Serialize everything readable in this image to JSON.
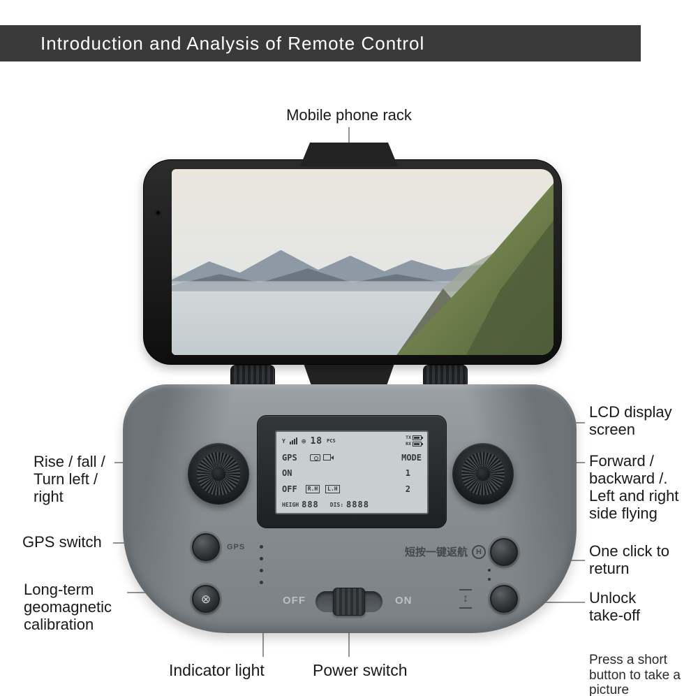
{
  "header": {
    "title": "Introduction and Analysis of Remote Control"
  },
  "colors": {
    "header_bg": "#3a3a3a",
    "controller_gray": "#888e92",
    "lcd_screen": "#c9cecf"
  },
  "callouts": {
    "mobile_phone_rack": "Mobile phone rack",
    "lcd_display_screen": "LCD display screen",
    "rise_fall_turn": "Rise / fall / Turn left / right",
    "forward_backward": "Forward / backward /. Left and right side flying",
    "gps_switch": "GPS switch",
    "one_click_return": "One click to return",
    "long_term_geomagnetic_calibration": "Long-term geomagnetic calibration",
    "unlock_take_off": "Unlock take-off",
    "indicator_light": "Indicator light",
    "power_switch": "Power switch",
    "press_short_button": "Press a short button to take a picture"
  },
  "controller": {
    "gps_button_label": "GPS",
    "return_home_text": "短按一键返航",
    "return_home_icon_letter": "H",
    "takeoff_icon_glyph": "↕",
    "calibration_icon_glyph": "⊗",
    "power_off_label": "OFF",
    "power_on_label": "ON",
    "lcd": {
      "signal_prefix": "Y",
      "globe_glyph": "⊕",
      "pcs_value": "18",
      "pcs_unit": "PCS",
      "tx_label": "TX",
      "rx_label": "RX",
      "gps_label": "GPS",
      "mode_label": "MODE",
      "on_label": "ON",
      "mode_1": "1",
      "off_label": "OFF",
      "rh_label": "R.H",
      "lh_label": "L.H",
      "mode_2": "2",
      "height_label": "HEIGH",
      "height_value": "888",
      "distance_label": "DIS:",
      "distance_value": "8888"
    }
  }
}
